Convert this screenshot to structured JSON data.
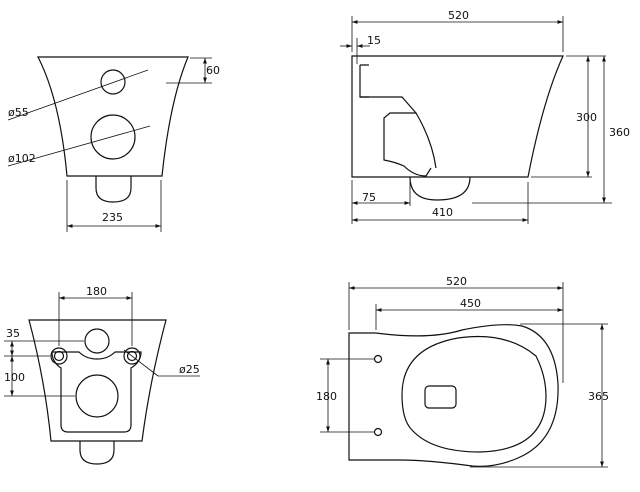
{
  "views": {
    "front": {
      "dims": {
        "height_60": "60",
        "dia_55": "ø55",
        "dia_102": "ø102",
        "width_235": "235"
      }
    },
    "side": {
      "dims": {
        "length_520": "520",
        "offset_15": "15",
        "height_300": "300",
        "height_360": "360",
        "offset_75": "75",
        "depth_410": "410"
      }
    },
    "rear": {
      "dims": {
        "spacing_180": "180",
        "offset_35": "35",
        "height_100": "100",
        "dia_25": "ø25"
      }
    },
    "top": {
      "dims": {
        "length_520": "520",
        "length_450": "450",
        "spacing_180": "180",
        "width_365": "365"
      }
    }
  }
}
